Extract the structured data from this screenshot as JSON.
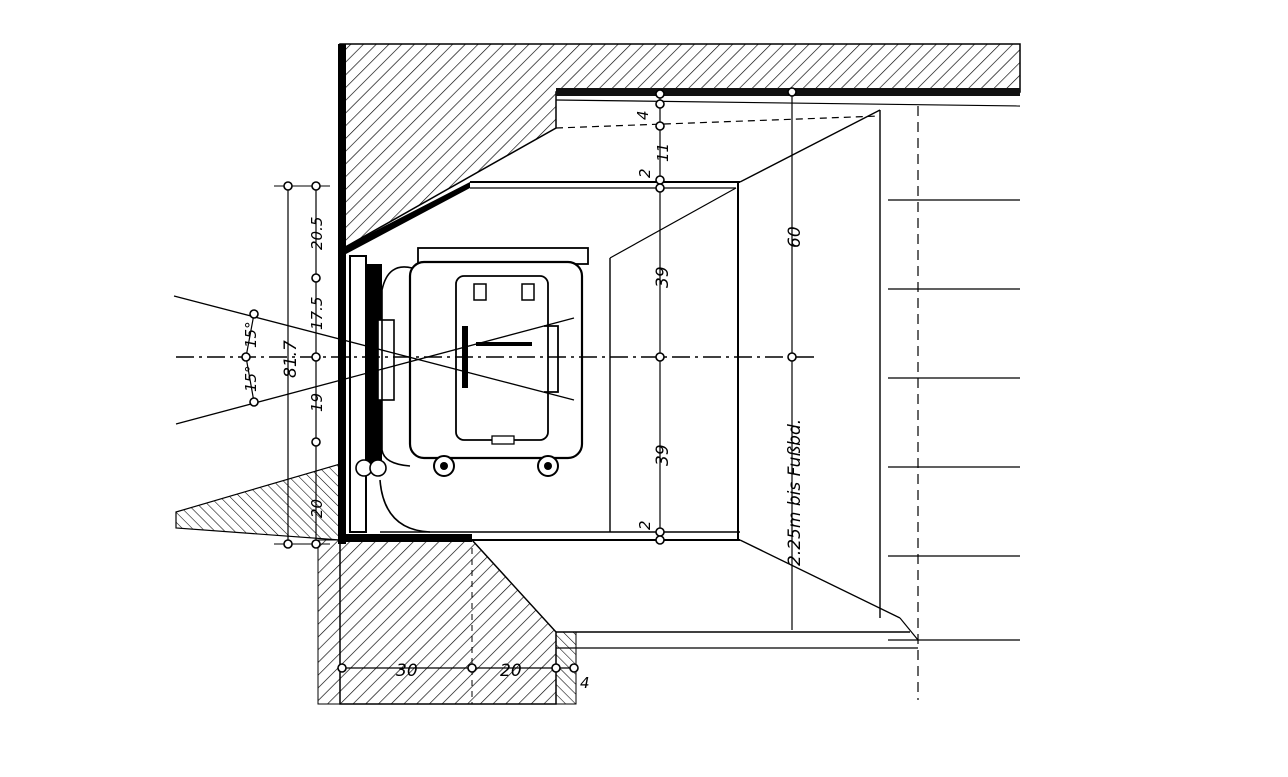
{
  "drawing": {
    "vertical_dims": {
      "top_gap": "4",
      "upper_reveal": "11",
      "frame_top": "2",
      "upper_half": "39",
      "lower_half": "39",
      "frame_bottom": "2",
      "total_height": "60"
    },
    "left_dims": {
      "d1": "20.5",
      "d2": "17.5",
      "d3": "19",
      "d4": "20",
      "total": "81.7"
    },
    "angles": {
      "upper": "15°",
      "lower": "15°"
    },
    "bottom_dims": {
      "b1": "30",
      "b2": "20",
      "b3": "4"
    },
    "floor_note": "2.25m bis Fußbd."
  }
}
